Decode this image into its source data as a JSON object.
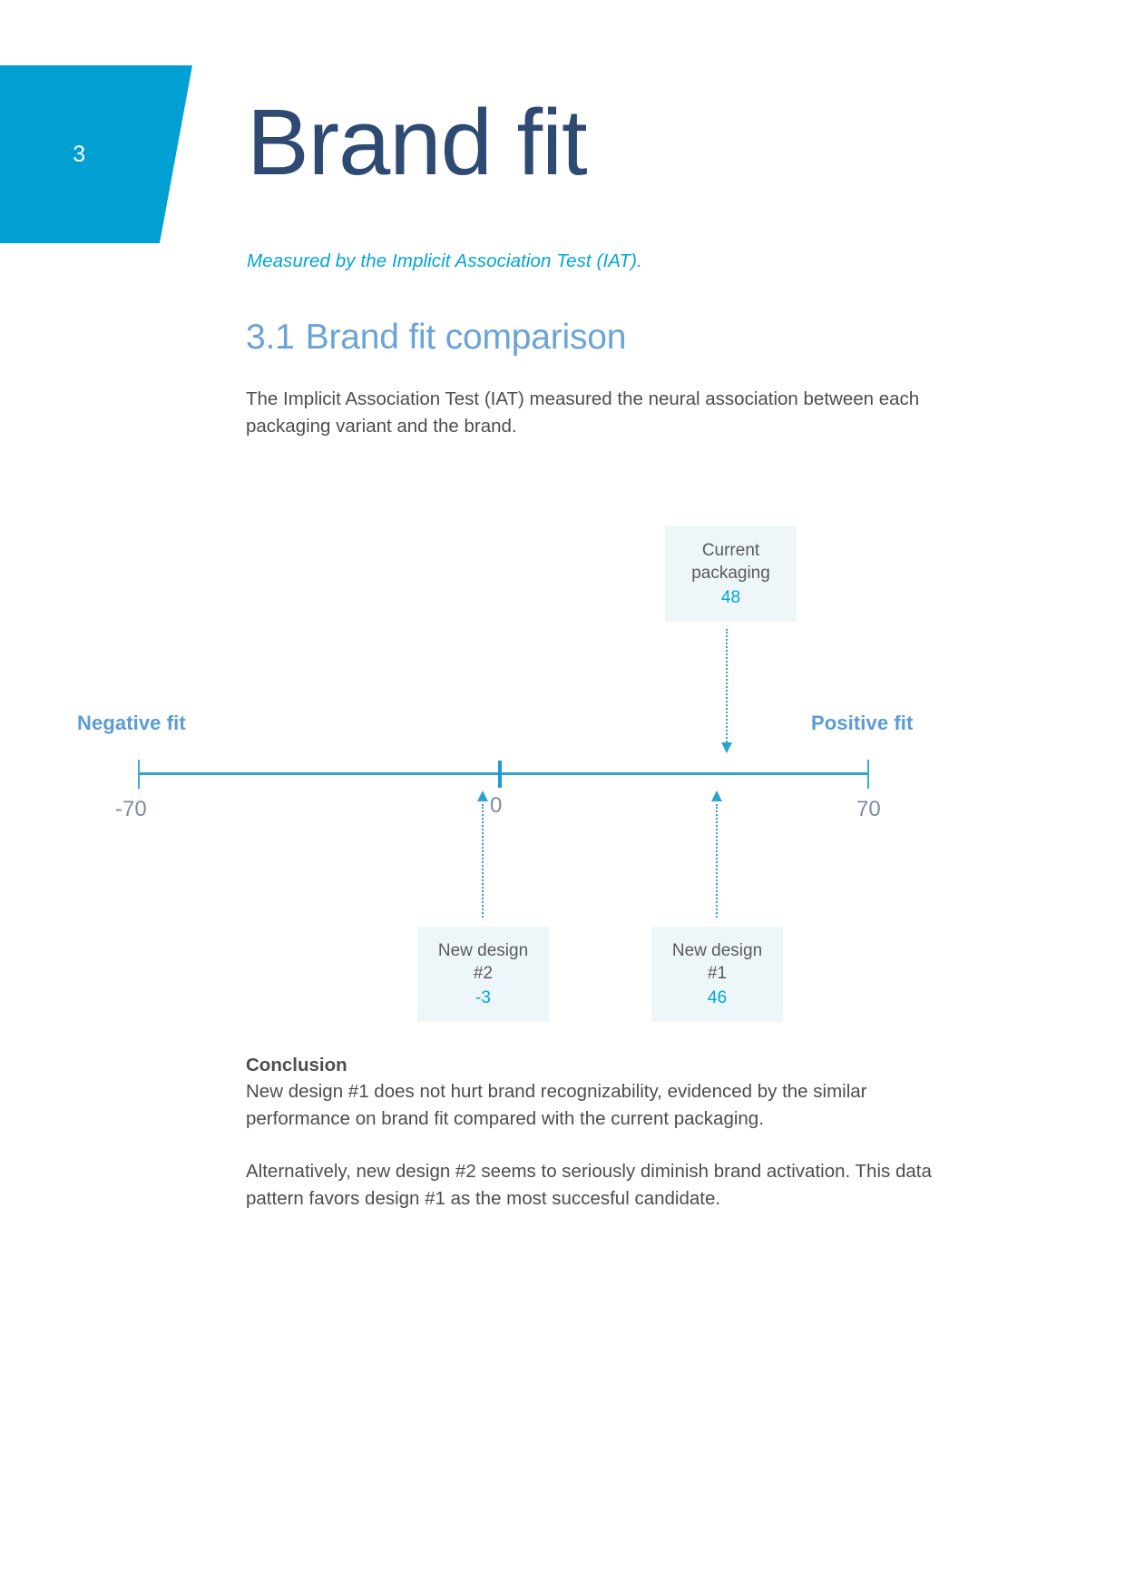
{
  "brand_color": "#00A0D2",
  "header": {
    "chapter_number": "3",
    "title": "Brand fit",
    "subtitle": "Measured by the Implicit Association Test (IAT)."
  },
  "section": {
    "number": "3.1",
    "heading": "Brand fit comparison",
    "intro": "The Implicit Association Test (IAT) measured the neural association between each packaging variant and the brand."
  },
  "chart_data": {
    "type": "scatter",
    "title": "Brand fit comparison",
    "xlabel": "",
    "ylabel": "",
    "xlim": [
      -70,
      70
    ],
    "axis_ticks": [
      "-70",
      "0",
      "70"
    ],
    "tick_min": "-70",
    "tick_zero": "0",
    "tick_max": "70",
    "pole_negative": "Negative fit",
    "pole_positive": "Positive fit",
    "grid": false,
    "legend": "none",
    "categories": [
      "Current packaging",
      "New design #1",
      "New design #2"
    ],
    "values": [
      48,
      46,
      -3
    ],
    "points": [
      {
        "label": "Current\npackaging",
        "value": "48",
        "numeric": 48,
        "position": "above"
      },
      {
        "label": "New design\n#1",
        "value": "46",
        "numeric": 46,
        "position": "below"
      },
      {
        "label": "New design\n#2",
        "value": "-3",
        "numeric": -3,
        "position": "below"
      }
    ]
  },
  "conclusion": {
    "heading": "Conclusion",
    "paragraph_1": "New design #1 does not hurt brand recognizability, evidenced by the similar performance on brand fit compared with the current packaging.",
    "paragraph_2": "Alternatively, new design #2 seems to seriously diminish brand activation. This data pattern favors design #1 as the most succesful candidate."
  }
}
